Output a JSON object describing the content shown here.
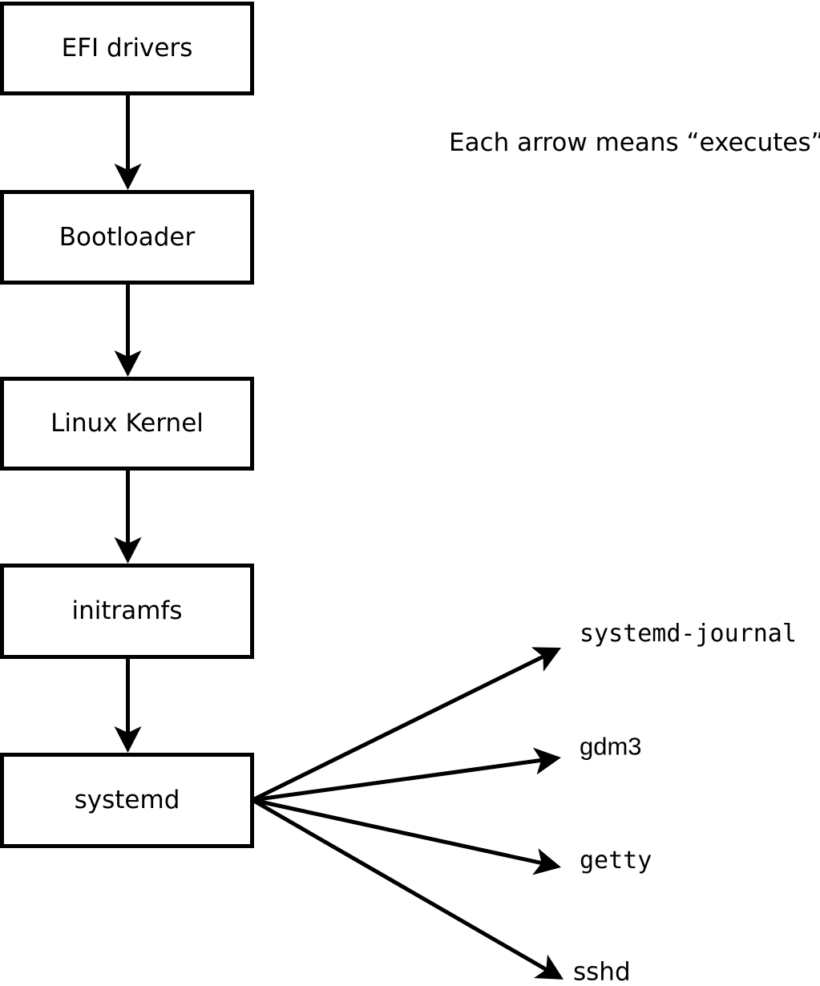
{
  "diagram": {
    "title_hint": "Linux boot process flow",
    "annotation": "Each arrow means “executes”.",
    "boxes": [
      {
        "id": "efi-drivers",
        "label": "EFI drivers"
      },
      {
        "id": "bootloader",
        "label": "Bootloader"
      },
      {
        "id": "linux-kernel",
        "label": "Linux Kernel"
      },
      {
        "id": "initramfs",
        "label": "initramfs"
      },
      {
        "id": "systemd",
        "label": "systemd"
      }
    ],
    "targets": [
      {
        "id": "systemd-journal",
        "label": "systemd-journal"
      },
      {
        "id": "gdm3",
        "label": "gdm3"
      },
      {
        "id": "getty",
        "label": "getty"
      },
      {
        "id": "sshd",
        "label": "sshd"
      }
    ],
    "colors": {
      "line": "#000000",
      "background": "#ffffff",
      "box_fill": "#ffffff",
      "text": "#000000"
    }
  }
}
